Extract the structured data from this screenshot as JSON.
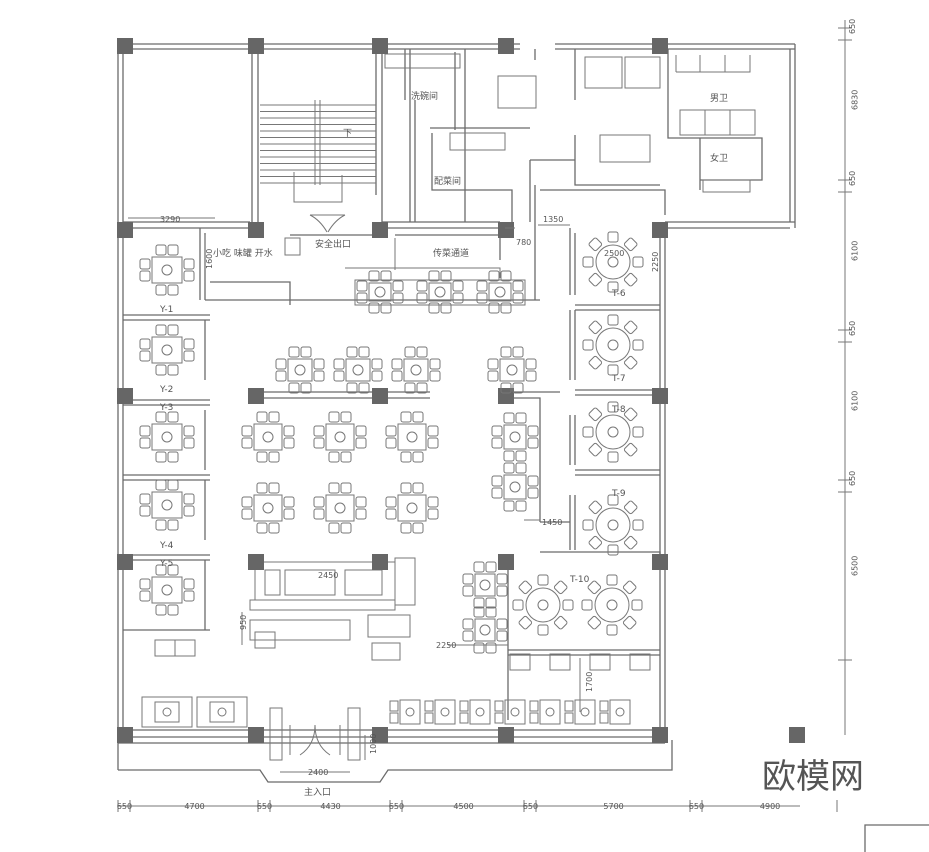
{
  "rooms": {
    "dishwashing": "洗碗间",
    "prep": "配菜间",
    "mens_toilet": "男卫",
    "womens_toilet": "女卫",
    "fire_exit": "安全出口",
    "snack_bar": "小吃  味罐  开水",
    "serving_corridor": "传菜通道",
    "main_entrance": "主入口",
    "stair_down": "下"
  },
  "private_rooms": [
    "Y-1",
    "Y-2",
    "Y-3",
    "Y-4",
    "Y-5"
  ],
  "round_table_rooms": [
    "T-6",
    "T-7",
    "T-8",
    "T-9",
    "T-10"
  ],
  "dimensions": {
    "inner": [
      "3290",
      "1600",
      "1350",
      "780",
      "2500",
      "2250",
      "1450",
      "2450",
      "950",
      "2250",
      "1700",
      "2400",
      "1000"
    ],
    "bottom": [
      "650",
      "4700",
      "650",
      "4430",
      "650",
      "4500",
      "650",
      "5700",
      "650",
      "4900"
    ],
    "right": [
      "650",
      "6830",
      "650",
      "6100",
      "650",
      "6100",
      "650",
      "6500"
    ]
  },
  "watermark": "欧模网",
  "colors": {
    "line": "#6b6b6b",
    "column": "#666666",
    "background": "#ffffff"
  }
}
